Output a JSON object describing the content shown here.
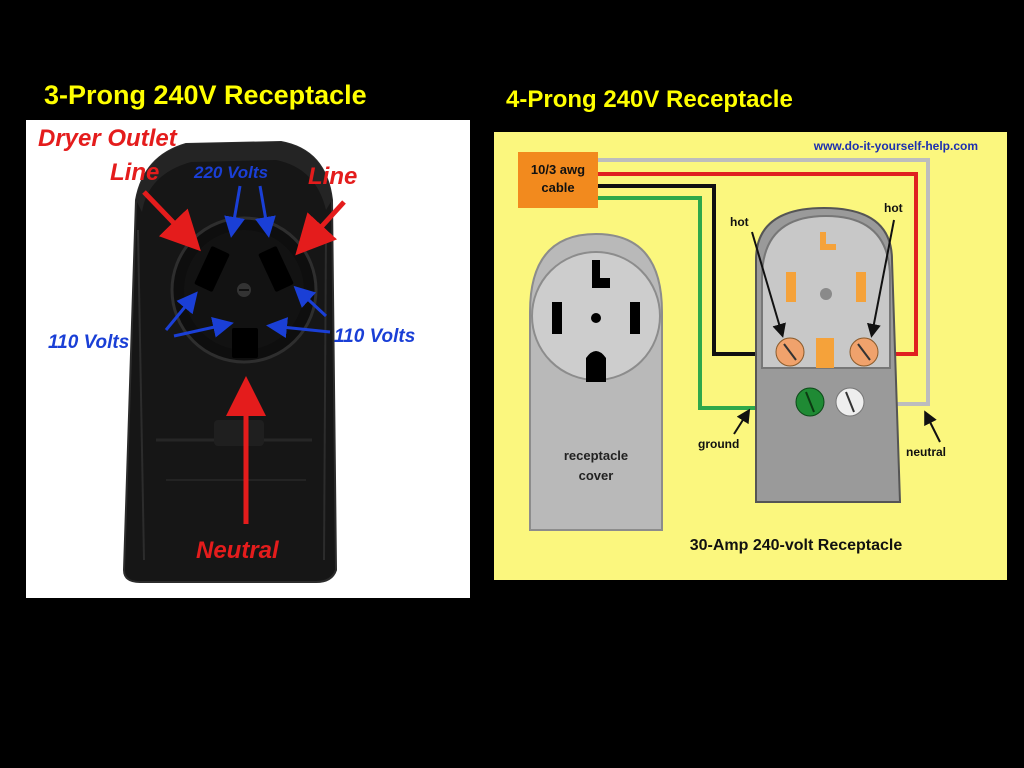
{
  "slide": {
    "title_left": "3-Prong 240V Receptacle",
    "title_right": "4-Prong 240V Receptacle"
  },
  "left_diagram": {
    "heading": "Dryer Outlet",
    "line_left": "Line",
    "line_right": "Line",
    "volts_220": "220 Volts",
    "volts_110_left": "110 Volts",
    "volts_110_right": "110 Volts",
    "neutral": "Neutral",
    "colors": {
      "label_red": "#e41c1c",
      "label_blue": "#1a3fd6",
      "body": "#161616"
    }
  },
  "right_diagram": {
    "website": "www.do-it-yourself-help.com",
    "cable_label_line1": "10/3 awg",
    "cable_label_line2": "cable",
    "hot_left": "hot",
    "hot_right": "hot",
    "ground": "ground",
    "neutral": "neutral",
    "cover_line1": "receptacle",
    "cover_line2": "cover",
    "caption": "30-Amp 240-volt Receptacle",
    "colors": {
      "background": "#fbf77e",
      "cable_tag": "#f28a1e",
      "wire_red": "#e02020",
      "wire_green": "#2ea84a",
      "wire_grey": "#bdbdbd",
      "prong": "#f5a23a"
    }
  }
}
